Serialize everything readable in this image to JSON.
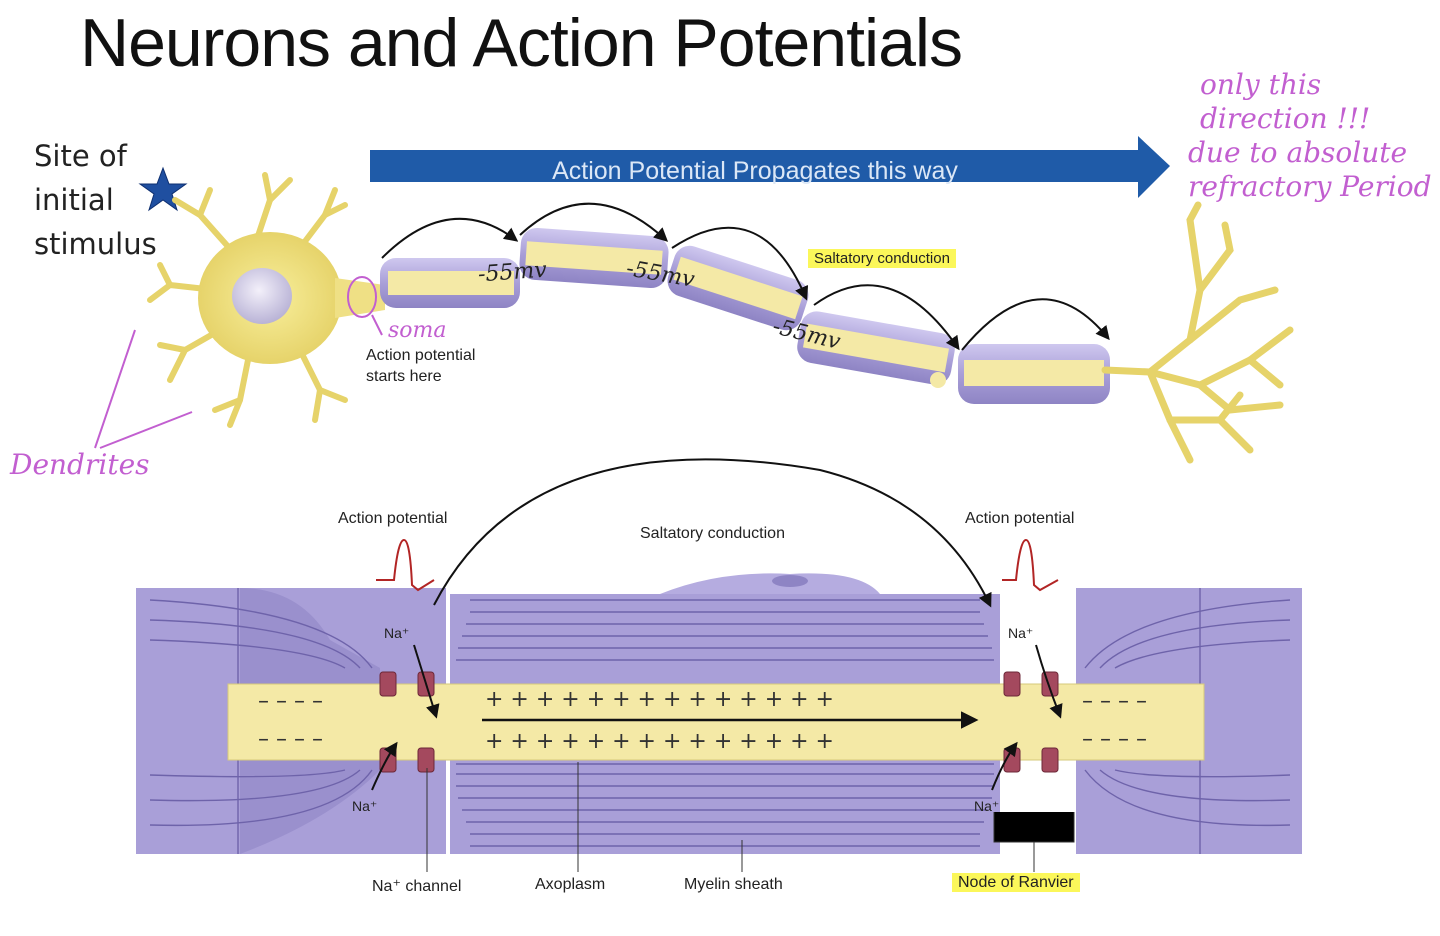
{
  "title": "Neurons and Action Potentials",
  "site_label": {
    "line1": "Site of",
    "line2": "initial",
    "line3": "stimulus"
  },
  "arrow_label": "Action Potential Propagates this way",
  "handwritten": {
    "direction": [
      "only this",
      "direction !!!",
      "due to absolute",
      "refractory Period"
    ],
    "dendrites": "Dendrites",
    "soma": "soma",
    "mv": "-55mv"
  },
  "top_labels": {
    "saltatory": "Saltatory conduction",
    "ap_line1": "Action potential",
    "ap_line2": "starts here"
  },
  "bottom_labels": {
    "ap_left": "Action potential",
    "ap_right": "Action potential",
    "saltatory": "Saltatory conduction",
    "na": "Na⁺",
    "na_channel": "Na⁺ channel",
    "axoplasm": "Axoplasm",
    "myelin": "Myelin sheath",
    "node": "Node of Ranvier"
  },
  "colors": {
    "arrow_blue": "#1f5ba8",
    "myelin": "#a99fd8",
    "axon": "#f4e9a6",
    "neuron": "#efe085",
    "handwriting": "#c25fd0",
    "highlight": "#fbf75a",
    "ap_trace": "#b22525",
    "channel": "#a4495e"
  },
  "icons": {
    "star": "star-icon"
  }
}
